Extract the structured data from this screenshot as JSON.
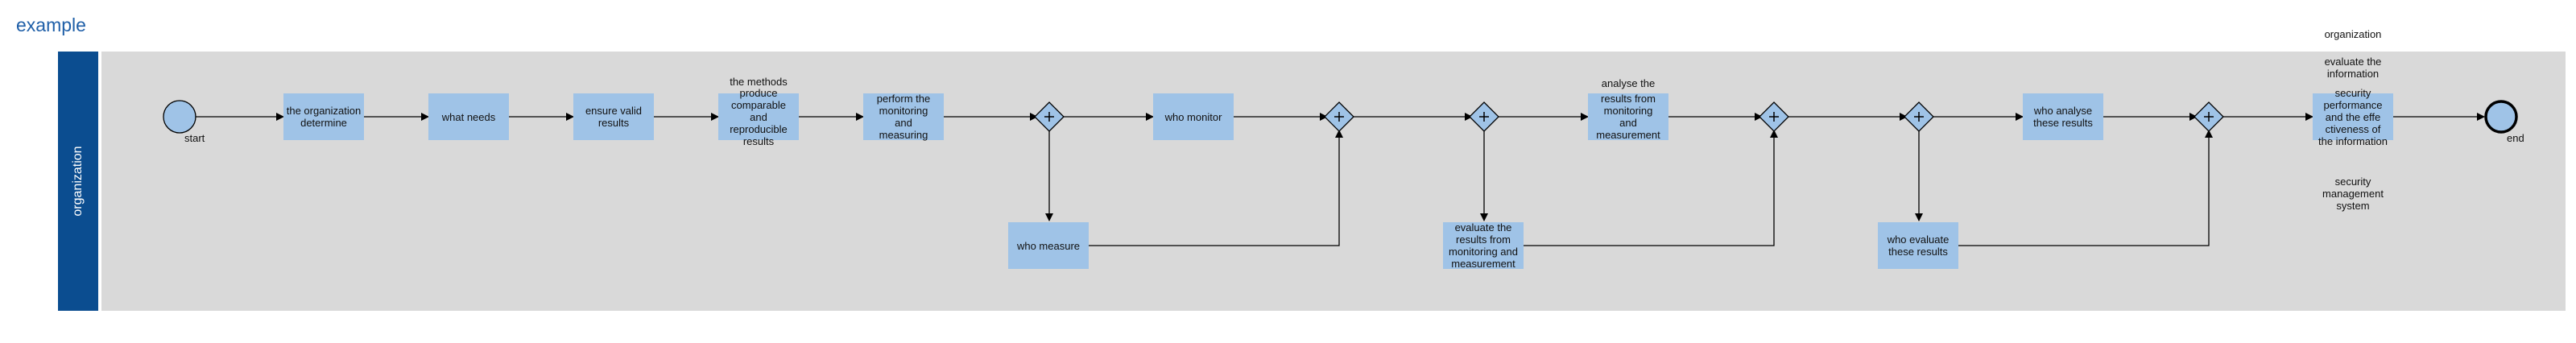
{
  "title": "example",
  "lane": {
    "label": "organization"
  },
  "events": {
    "start": "start",
    "end": "end"
  },
  "tasks": {
    "t1": "the organization determine",
    "t2": "what needs",
    "t3": "ensure valid results",
    "t4": "produce comparable and reproducible results",
    "t5": "perform the monitoring and measuring",
    "t6": "who monitor",
    "t7": "who measure",
    "t8": "results from monitoring and measurement",
    "t9": "evaluate the results from monitoring and measurement",
    "t10": "who analyse these results",
    "t11": "who evaluate these results",
    "t12": "security performance and the effe ctiveness of the information"
  },
  "annotations": {
    "a_methods": "the methods",
    "a_analyse": "analyse the",
    "a_org_top": "organization",
    "a_eval_info": "evaluate the information",
    "a_security_mgmt": "security management system"
  },
  "gateway_symbol": "+"
}
